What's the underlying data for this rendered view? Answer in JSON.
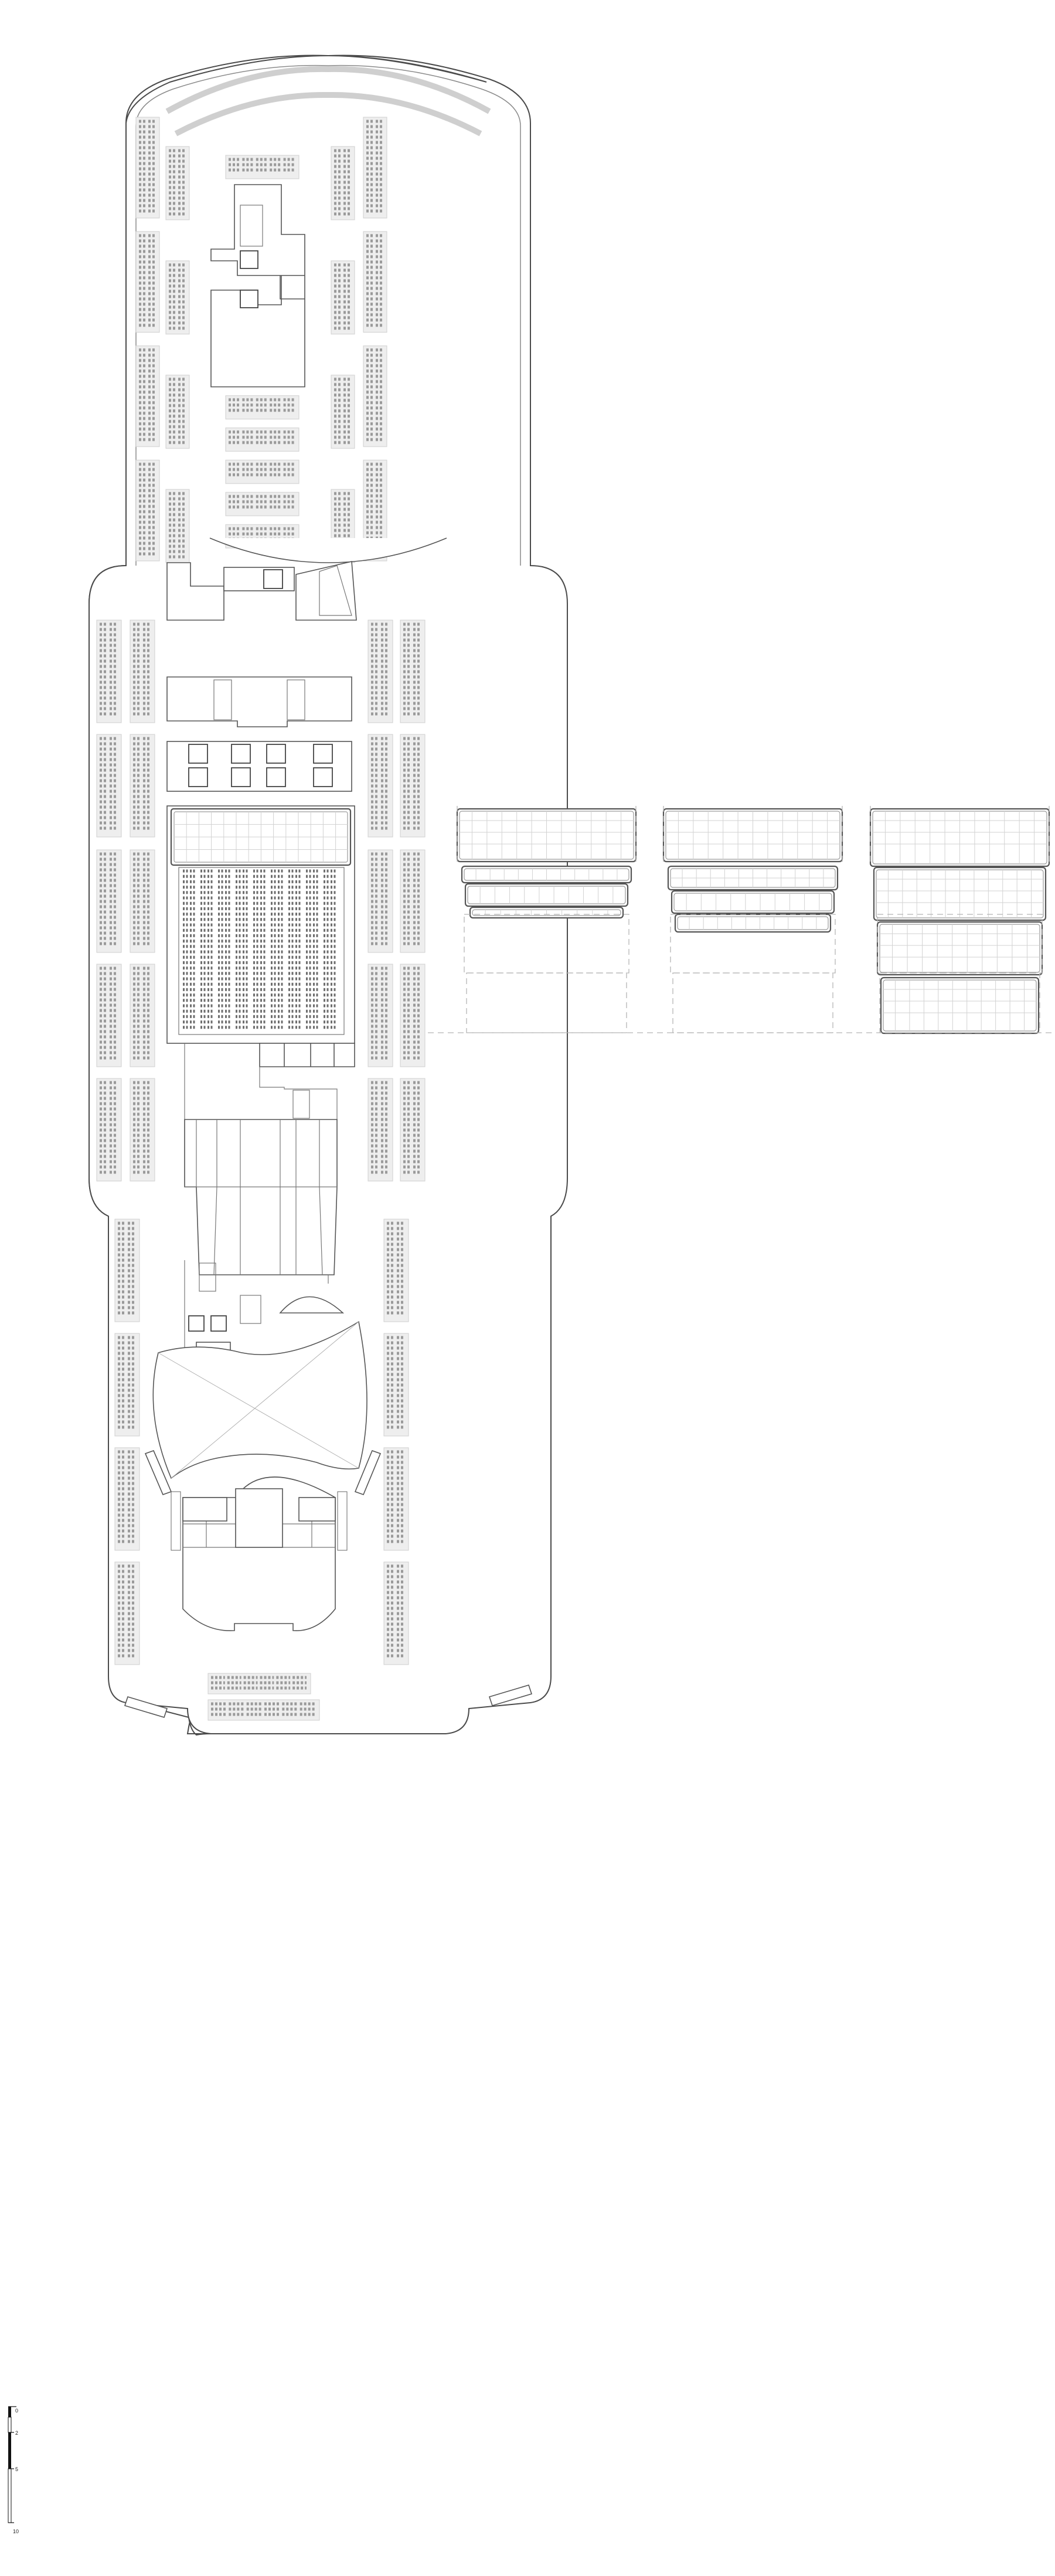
{
  "figure": {
    "kind": "architectural-deck-plan",
    "stroke_color": "#555555",
    "seat_fill_color": "#eeeeee",
    "guide_line_color": "#b5b5b5",
    "background": "#ffffff"
  },
  "scale_bar": {
    "labels": [
      "0",
      "2",
      "5",
      "10"
    ],
    "segment_count": 4
  },
  "seating_blocks": {
    "fore_columns": 4,
    "fore_column_blocks": 4,
    "mid_columns": 4,
    "mid_column_blocks": 5,
    "aft_columns": 2,
    "aft_column_blocks": 4
  },
  "tier_sections": [
    {
      "name": "section-a",
      "tiers": 4
    },
    {
      "name": "section-b",
      "tiers": 4
    },
    {
      "name": "section-c",
      "tiers": 4
    }
  ]
}
